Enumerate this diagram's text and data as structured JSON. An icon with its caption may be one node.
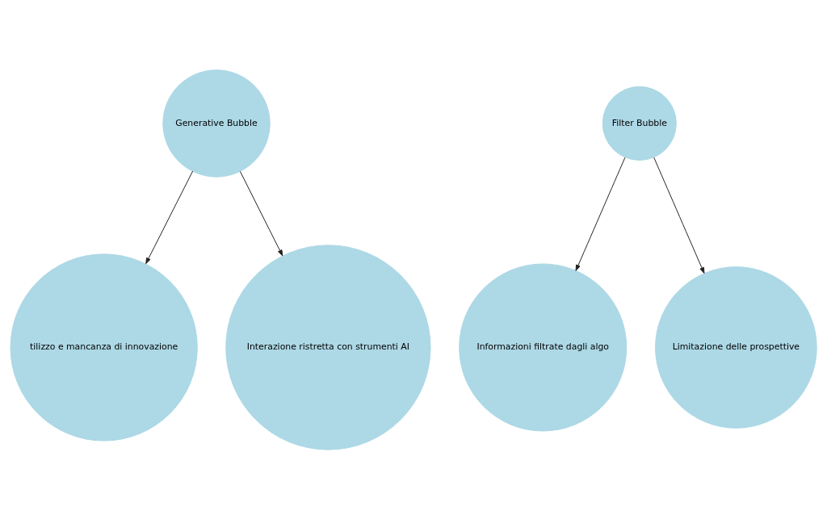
{
  "diagram": {
    "nodes": [
      {
        "text": [
          "Generative Bubble"
        ]
      },
      {
        "text": [
          "tilizzo e mancanza di innovazione"
        ]
      },
      {
        "text": [
          "Interazione ristretta con strumenti AI"
        ]
      },
      {
        "text": [
          "Filter Bubble"
        ]
      },
      {
        "text": [
          "Informazioni filtrate dagli algo"
        ]
      },
      {
        "text": [
          "Limitazione delle prospettive"
        ]
      }
    ],
    "edges": [
      {
        "from": 0,
        "to": 1,
        "arrow": "to"
      },
      {
        "from": 0,
        "to": 2,
        "arrow": "to"
      },
      {
        "from": 3,
        "to": 4,
        "arrow": "to"
      },
      {
        "from": 3,
        "to": 5,
        "arrow": "to"
      }
    ]
  }
}
